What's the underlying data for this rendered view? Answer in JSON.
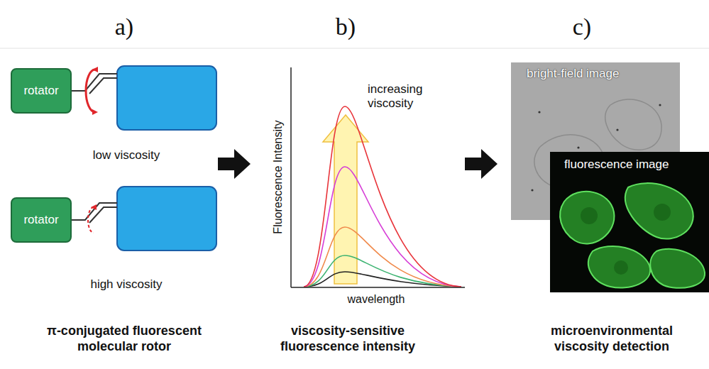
{
  "diagram": {
    "nodes": [
      {
        "text": [
          "rotator"
        ]
      },
      {
        "text": [
          "rotator"
        ]
      },
      {
        "text": [
          "bright-field image"
        ]
      },
      {
        "text": [
          "fluorescence image"
        ]
      }
    ],
    "labels": [
      "a)",
      "b)",
      "c)",
      "low viscosity",
      "high viscosity",
      "Fluorescence Intensity",
      "increasing viscosity",
      "wavelength",
      "π-conjugated fluorescent molecular rotor",
      "viscosity-sensitive fluorescence intensity",
      "microenvironmental viscosity detection"
    ]
  }
}
